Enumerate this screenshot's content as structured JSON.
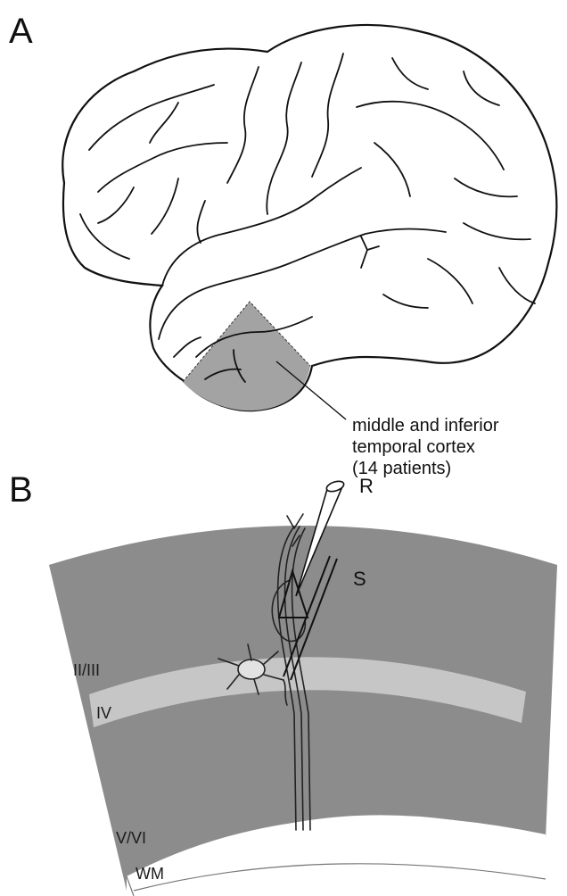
{
  "panel_a": {
    "letter": "A",
    "callout": {
      "line1": "middle and inferior",
      "line2": "temporal cortex",
      "line3": "(14 patients)"
    }
  },
  "panel_b": {
    "letter": "B",
    "electrodes": {
      "recording": "R",
      "stimulating": "S"
    },
    "layers": {
      "supragranular": "II/III",
      "granular": "IV",
      "infragranular": "V/VI",
      "white_matter": "WM"
    }
  },
  "colors": {
    "cortex_gray": "#8c8c8c",
    "layer_iv": "#c6c6c6",
    "highlight_region": "#a3a3a3",
    "ink": "#111111"
  }
}
